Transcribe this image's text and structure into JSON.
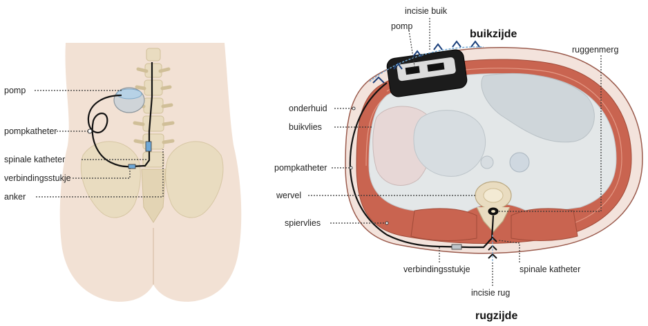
{
  "left_figure": {
    "labels": {
      "pomp": "pomp",
      "pompkatheter": "pompkatheter",
      "spinale_katheter": "spinale katheter",
      "verbindingsstukje": "verbindingsstukje",
      "anker": "anker"
    }
  },
  "right_figure": {
    "labels": {
      "incisie_buik": "incisie buik",
      "pomp": "pomp",
      "buikzijde": "buikzijde",
      "ruggenmerg": "ruggenmerg",
      "onderhuid": "onderhuid",
      "buikvlies": "buikvlies",
      "pompkatheter": "pompkatheter",
      "wervel": "wervel",
      "spiervlies": "spiervlies",
      "verbindingsstukje": "verbindingsstukje",
      "spinale_katheter": "spinale katheter",
      "incisie_rug": "incisie rug",
      "rugzijde": "rugzijde"
    }
  },
  "colors": {
    "skin": "#f2e1d4",
    "bone": "#e9dcc0",
    "muscle": "#c96450",
    "organ": "#d8dde0",
    "catheter": "#111111",
    "accent_blue": "#6fa8d6"
  }
}
